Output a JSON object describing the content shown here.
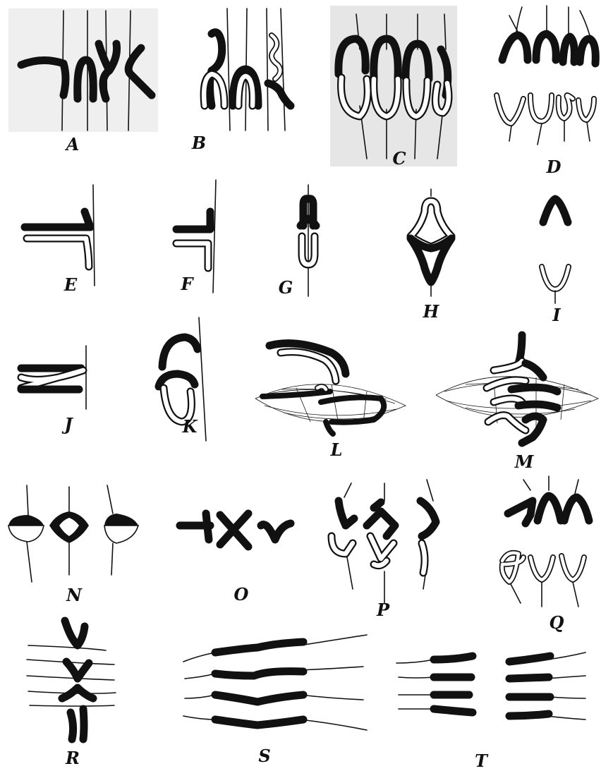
{
  "figure": {
    "panel_labels": {
      "A": "A",
      "B": "B",
      "C": "C",
      "D": "D",
      "E": "E",
      "F": "F",
      "G": "G",
      "H": "H",
      "I": "I",
      "J": "J",
      "K": "K",
      "L": "L",
      "M": "M",
      "N": "N",
      "O": "O",
      "P": "P",
      "Q": "Q",
      "R": "R",
      "S": "S",
      "T": "T"
    },
    "colors": {
      "ink": "#111111",
      "paper": "#ffffff",
      "panel_c_background": "#e6e6e6"
    }
  }
}
